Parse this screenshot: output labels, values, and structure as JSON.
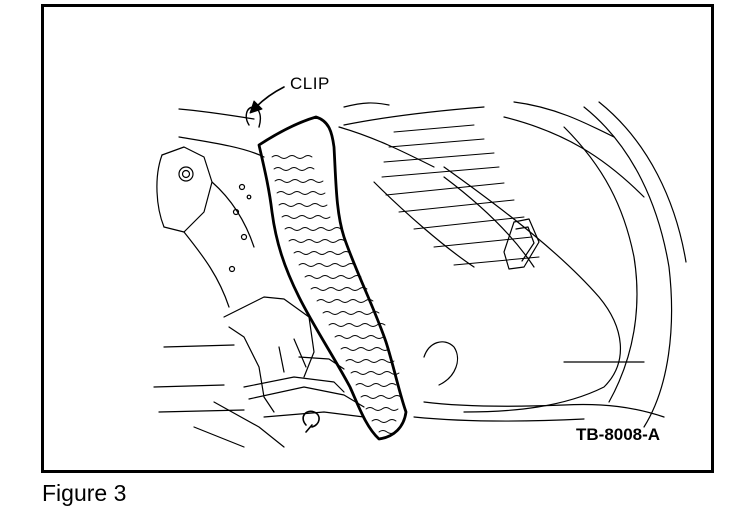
{
  "figure": {
    "callout_label": "CLIP",
    "reference_code": "TB-8008-A",
    "caption": "Figure 3"
  }
}
